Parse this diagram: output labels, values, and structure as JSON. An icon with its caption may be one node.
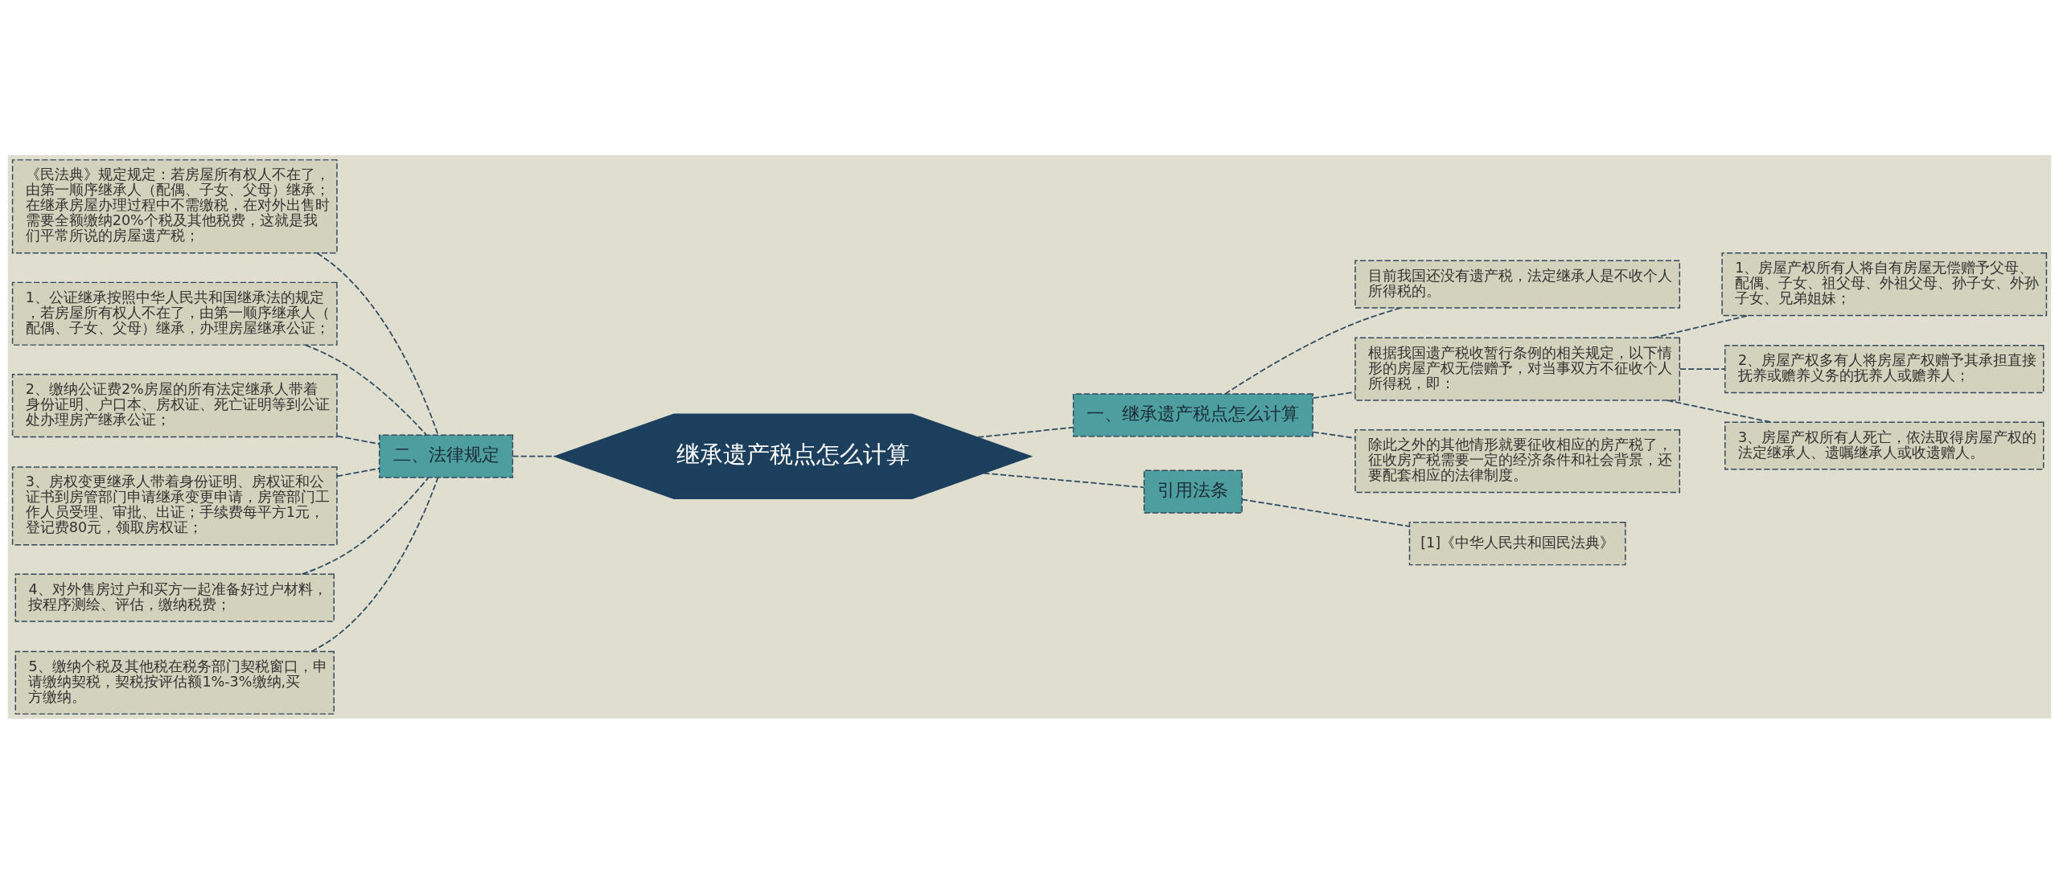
{
  "diagram": {
    "nodes": [
      {
        "text": [
          "继承遗产税点怎么计算"
        ]
      },
      {
        "text": [
          "二、法律规定"
        ]
      },
      {
        "text": [
          "《民法典》规定规定：若房屋所有权人不在了，由第一顺序继承人（配偶、子女、父母）继承；在继承房屋办理过程中不需缴税，在对外出售时需要全额缴纳20%个税及其他税费，这就是我们平常所说的房屋遗产税；"
        ]
      },
      {
        "text": [
          "1、公证继承按照中华人民共和国继承法的规定，若房屋所有权人不在了，由第一顺序继承人（配偶、子女、父母）继承，办理房屋继承公证；"
        ]
      },
      {
        "text": [
          "2、缴纳公证费2%房屋的所有法定继承人带着身份证明、户口本、房权证、死亡证明等到公证处办理房产继承公证；"
        ]
      },
      {
        "text": [
          "3、房权变更继承人带着身份证明、房权证和公证书到房管部门申请继承变更申请，房管部门工作人员受理、审批、出证；手续费每平方1元，登记费80元，领取房权证；"
        ]
      },
      {
        "text": [
          "4、对外售房过户和买方一起准备好过户材料，按程序测绘、评估，缴纳税费；"
        ]
      },
      {
        "text": [
          "5、缴纳个税及其他税在税务部门契税窗口，申请缴纳契税，契税按评估额1%-3%缴纳,买方缴纳。"
        ]
      },
      {
        "text": [
          "一、继承遗产税点怎么计算"
        ]
      },
      {
        "text": [
          "目前我国还没有遗产税，法定继承人是不收个人所得税的。"
        ]
      },
      {
        "text": [
          "根据我国遗产税收暂行条例的相关规定，以下情形的房屋产权无偿赠予，对当事双方不征收个人所得税，即："
        ]
      },
      {
        "text": [
          "1、房屋产权所有人将自有房屋无偿赠予父母、配偶、子女、祖父母、外祖父母、孙子女、外孙子女、兄弟姐妹；"
        ]
      },
      {
        "text": [
          "2、房屋产权多有人将房屋产权赠予其承担直接抚养或赡养义务的抚养人或赡养人；"
        ]
      },
      {
        "text": [
          "3、房屋产权所有人死亡，依法取得房屋产权的法定继承人、遗嘱继承人或收遗赠人。"
        ]
      },
      {
        "text": [
          "除此之外的其他情形就要征收相应的房产税了，征收房产税需要一定的经济条件和社会背景，还要配套相应的法律制度。"
        ]
      },
      {
        "text": [
          "引用法条"
        ]
      },
      {
        "text": [
          "[1]《中华人民共和国民法典》"
        ]
      }
    ],
    "edges": [
      {
        "from": 0,
        "to": 1,
        "arrow": "none",
        "style": "dashed"
      },
      {
        "from": 1,
        "to": 2,
        "arrow": "none",
        "style": "dashed"
      },
      {
        "from": 1,
        "to": 3,
        "arrow": "none",
        "style": "dashed"
      },
      {
        "from": 1,
        "to": 4,
        "arrow": "none",
        "style": "dashed"
      },
      {
        "from": 1,
        "to": 5,
        "arrow": "none",
        "style": "dashed"
      },
      {
        "from": 1,
        "to": 6,
        "arrow": "none",
        "style": "dashed"
      },
      {
        "from": 1,
        "to": 7,
        "arrow": "none",
        "style": "dashed"
      },
      {
        "from": 0,
        "to": 8,
        "arrow": "none",
        "style": "dashed"
      },
      {
        "from": 8,
        "to": 9,
        "arrow": "none",
        "style": "dashed"
      },
      {
        "from": 8,
        "to": 10,
        "arrow": "none",
        "style": "dashed"
      },
      {
        "from": 10,
        "to": 11,
        "arrow": "none",
        "style": "dashed"
      },
      {
        "from": 10,
        "to": 12,
        "arrow": "none",
        "style": "dashed"
      },
      {
        "from": 10,
        "to": 13,
        "arrow": "none",
        "style": "dashed"
      },
      {
        "from": 8,
        "to": 14,
        "arrow": "none",
        "style": "dashed"
      },
      {
        "from": 0,
        "to": 15,
        "arrow": "none",
        "style": "dashed"
      },
      {
        "from": 15,
        "to": 16,
        "arrow": "none",
        "style": "dashed"
      }
    ]
  }
}
